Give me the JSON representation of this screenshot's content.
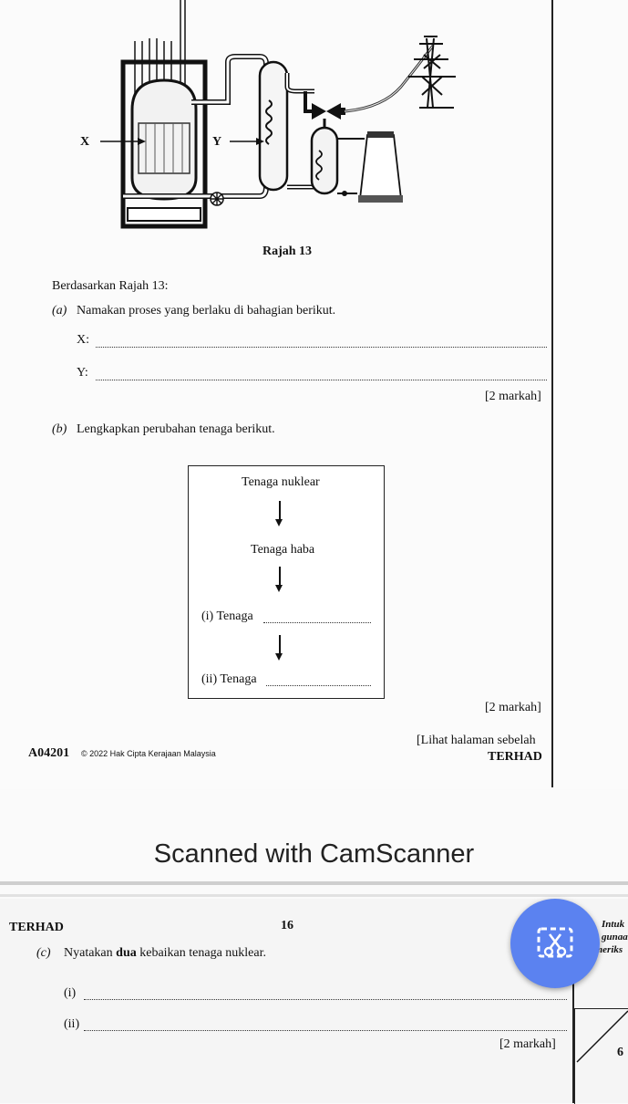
{
  "page1": {
    "figure_caption": "Rajah 13",
    "diagram_labels": {
      "x": "X",
      "y": "Y"
    },
    "intro": "Berdasarkan Rajah 13:",
    "part_a": {
      "letter": "(a)",
      "question": "Namakan proses yang berlaku di bahagian berikut.",
      "answer_x_label": "X:",
      "answer_y_label": "Y:",
      "marks": "[2 markah]"
    },
    "part_b": {
      "letter": "(b)",
      "question": "Lengkapkan perubahan tenaga berikut.",
      "flow": {
        "step1": "Tenaga nuklear",
        "step2": "Tenaga haba",
        "step3": "(i) Tenaga",
        "step4": "(ii) Tenaga"
      },
      "marks": "[2 markah]"
    },
    "footer": {
      "code": "A04201",
      "copyright": "© 2022 Hak Cipta Kerajaan Malaysia",
      "see_next": "[Lihat halaman sebelah",
      "classification": "TERHAD"
    }
  },
  "watermark": "Scanned with CamScanner",
  "page2": {
    "header_left": "TERHAD",
    "page_number": "16",
    "margin_note_1": "Intuk",
    "margin_note_2": "gunaa",
    "margin_note_3": "Pemeriks",
    "part_c": {
      "letter": "(c)",
      "question_pre": "Nyatakan ",
      "question_bold": "dua",
      "question_post": " kebaikan tenaga nuklear.",
      "item1": "(i)",
      "item2": "(ii)",
      "marks": "[2 markah]"
    },
    "score_total": "6"
  },
  "colors": {
    "camscanner_button": "#5b82f0"
  },
  "icons": {
    "camscanner_button": "scissors-crop-icon"
  }
}
